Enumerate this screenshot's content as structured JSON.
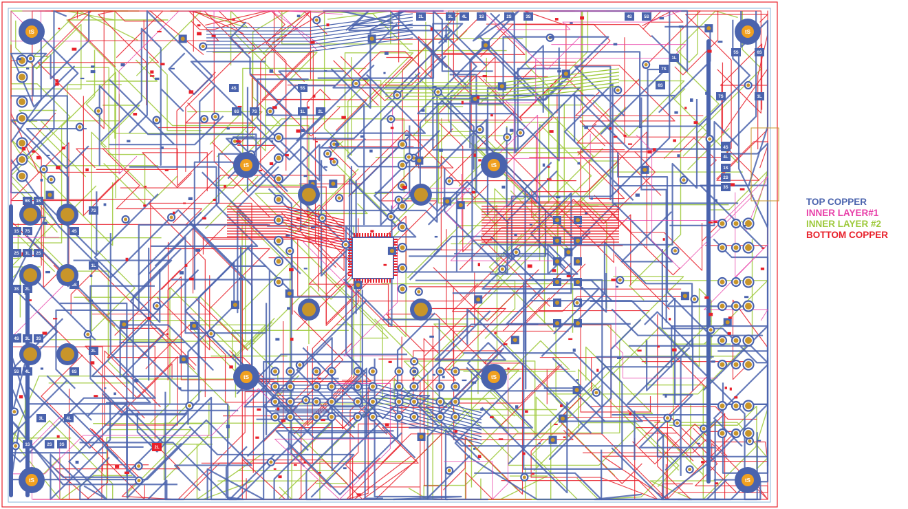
{
  "legend": {
    "top_copper": "TOP COPPER",
    "inner_layer_1": "INNER LAYER#1",
    "inner_layer_2": "INNER LAYER #2",
    "bottom_copper": "BOTTOM COPPER"
  },
  "colors": {
    "top": "#4a63ad",
    "inner1": "#e83fa8",
    "inner2": "#9dc93a",
    "bottom": "#e8202a",
    "pad": "#c8952a",
    "outline": "#8ab6d8"
  },
  "mounting_hole_label": "tS",
  "connector_labels": [
    "1S",
    "2S",
    "3S",
    "4S",
    "5S",
    "6S",
    "7S"
  ],
  "side_labels": [
    "1L",
    "2L",
    "3L",
    "4L"
  ]
}
